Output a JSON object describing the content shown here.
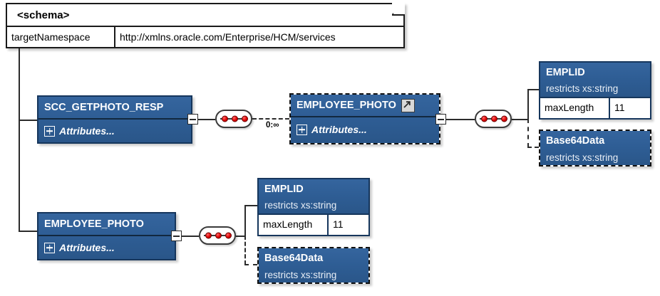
{
  "schema": {
    "title": "<schema>",
    "attribute_name": "targetNamespace",
    "attribute_value": "http://xmlns.oracle.com/Enterprise/HCM/services"
  },
  "attributes_label": "Attributes...",
  "nodes": {
    "scc_getphoto_resp": {
      "name": "SCC_GETPHOTO_RESP"
    },
    "employee_photo_ref": {
      "name": "EMPLOYEE_PHOTO",
      "icon": "external-link-icon"
    },
    "emplid_top": {
      "name": "EMPLID",
      "subtype": "restricts  xs:string",
      "facet_name": "maxLength",
      "facet_value": "11"
    },
    "base64data_top": {
      "name": "Base64Data",
      "subtype": "restricts  xs:string"
    },
    "employee_photo_global": {
      "name": "EMPLOYEE_PHOTO"
    },
    "emplid_bottom": {
      "name": "EMPLID",
      "subtype": "restricts  xs:string",
      "facet_name": "maxLength",
      "facet_value": "11"
    },
    "base64data_bottom": {
      "name": "Base64Data",
      "subtype": "restricts  xs:string"
    }
  },
  "cardinality": {
    "employee_photo_ref": "0:∞"
  },
  "compositors": {
    "sequence": "sequence-icon"
  },
  "colors": {
    "node_fill": "#2e5d94",
    "node_border": "#16365c",
    "line": "#2b2b2b",
    "dot": "#e00000",
    "paper": "#ffffff"
  }
}
